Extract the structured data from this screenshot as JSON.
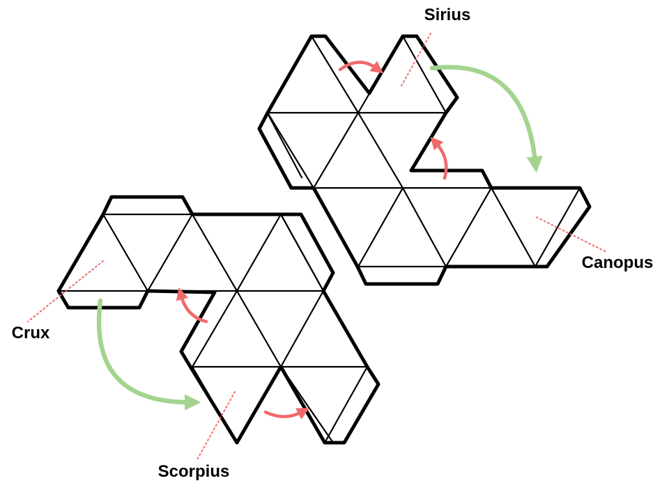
{
  "labels": {
    "sirius": "Sirius",
    "canopus": "Canopus",
    "crux": "Crux",
    "scorpius": "Scorpius"
  },
  "colors": {
    "outline": "#000000",
    "fold_arrow": "#f06a6a",
    "glue_arrow": "#a3d48e",
    "leader_line": "#f06a6a"
  }
}
